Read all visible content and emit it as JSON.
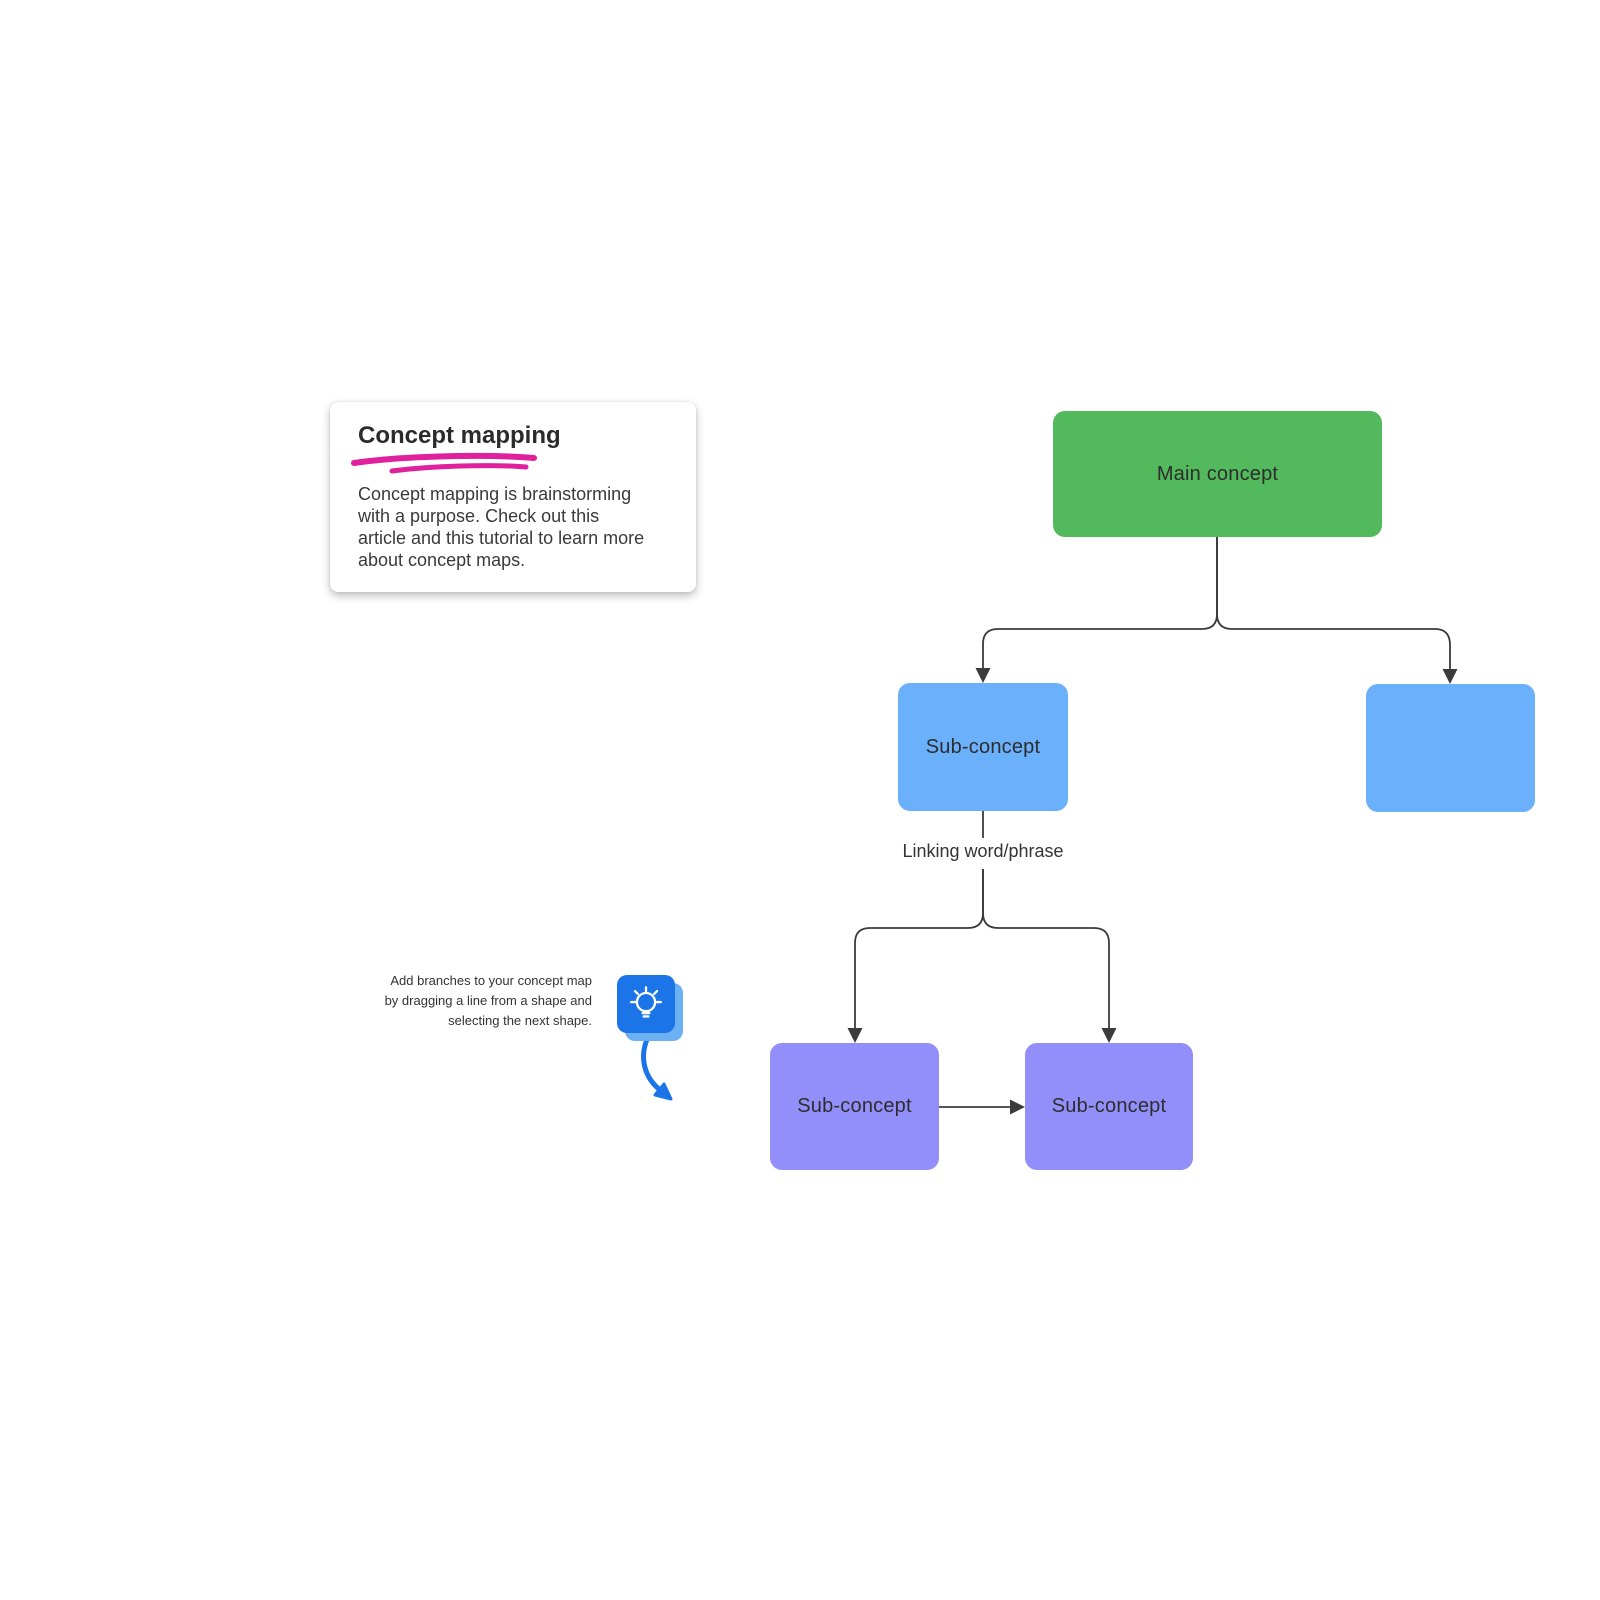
{
  "note_card": {
    "title": "Concept mapping",
    "body": "Concept mapping is brainstorming with a purpose. Check out this article and this tutorial to learn more about concept maps.",
    "underline_color": "#e0219e"
  },
  "diagram": {
    "nodes": [
      {
        "id": "main",
        "label": "Main concept",
        "fill": "#52b95c"
      },
      {
        "id": "sub-left",
        "label": "Sub-concept",
        "fill": "#6bb0fa"
      },
      {
        "id": "sub-right-empty",
        "label": "",
        "fill": "#6bb0fa"
      },
      {
        "id": "sub-bottom-left",
        "label": "Sub-concept",
        "fill": "#938ffa"
      },
      {
        "id": "sub-bottom-right",
        "label": "Sub-concept",
        "fill": "#938ffa"
      }
    ],
    "connector_label": "Linking word/phrase",
    "connector_color": "#3b3b3b"
  },
  "tip": {
    "lines": [
      "Add branches to your concept map",
      "by dragging a line from a shape and",
      "selecting the next shape."
    ],
    "icon": "lightbulb-icon",
    "icon_color": "#1b74e8",
    "icon_shadow_color": "#6cb0f4",
    "arrow_color": "#1b74e8"
  }
}
